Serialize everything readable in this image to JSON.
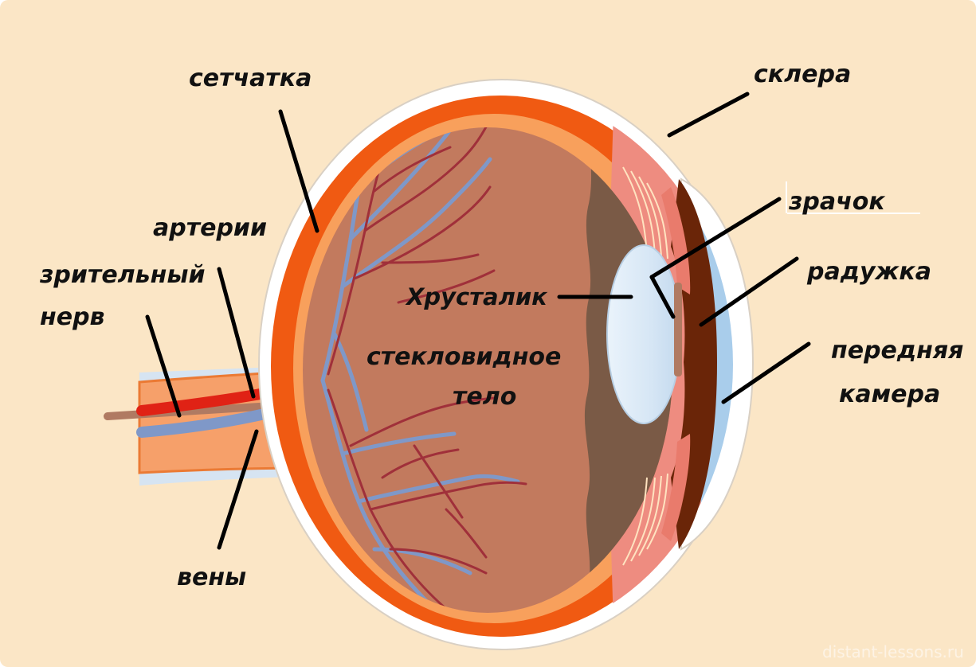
{
  "labels": {
    "retina": "сетчатка",
    "sclera": "склера",
    "pupil": "зрачок",
    "iris": "радужка",
    "arteries": "артерии",
    "optic_nerve_line1": "зрительный",
    "optic_nerve_line2": "нерв",
    "lens": "Хрусталик",
    "vitreous_line1": "стекловидное",
    "vitreous_line2": "тело",
    "anterior_chamber_line1": "передняя",
    "anterior_chamber_line2": "камера",
    "veins": "вены"
  },
  "watermark": "distant-lessons.ru",
  "colors": {
    "background": "#FBE6C6",
    "sclera": "#FFFFFF",
    "choroid": "#F05A12",
    "retina_layer": "#F8A05C",
    "vitreous": "#C27A5E",
    "ciliary_band": "#7A5A46",
    "ciliary_body": "#EE8C80",
    "lens": "#DCEAF7",
    "cornea_blue": "#A9CDEB",
    "iris_dark": "#6A2508",
    "artery": "#E02215",
    "vein": "#7F98C8",
    "nerve_orange": "#F6A06A"
  }
}
